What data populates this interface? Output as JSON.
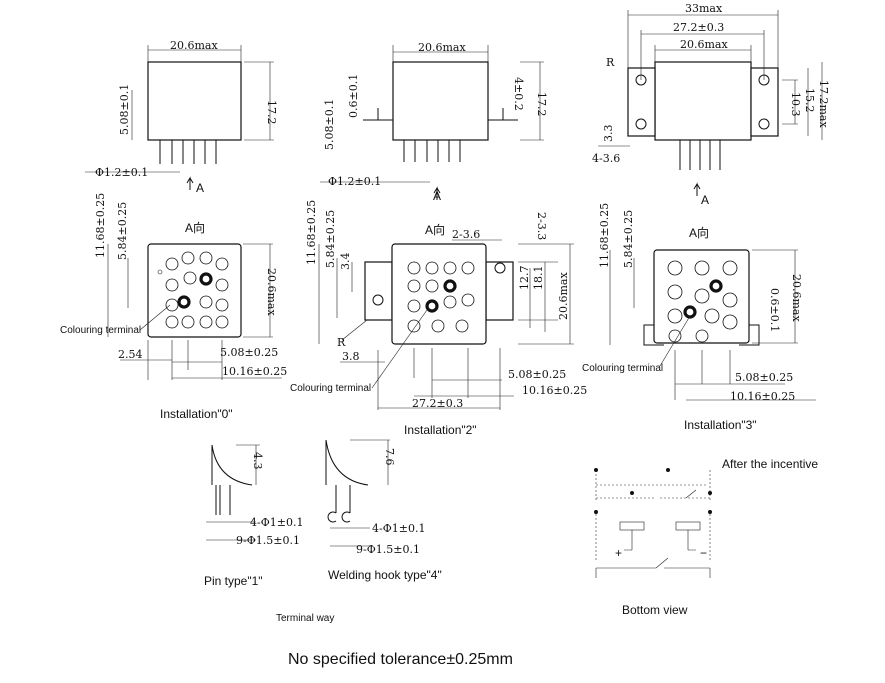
{
  "views": {
    "top_left": {
      "width": "20.6max",
      "height_a": "5.08±0.1",
      "height_b": "17.2",
      "pin": "Φ1.2±0.1",
      "arrow": "A"
    },
    "top_mid": {
      "width": "20.6max",
      "height_a": "5.08±0.1",
      "height_b": "0.6±0.1",
      "height_c": "4±0.2",
      "height_d": "17.2",
      "pin": "Φ1.2±0.1",
      "arrow": "A"
    },
    "top_right": {
      "w1": "33max",
      "w2": "27.2±0.3",
      "w3": "20.6max",
      "r": "R",
      "h1": "10.3",
      "h2": "15.2",
      "h3": "17.2max",
      "hole": "4-3.6",
      "side": "3.3",
      "arrow": "A"
    }
  },
  "installations": [
    {
      "caption": "Installation\"0\"",
      "view_label": "A向",
      "colour_label": "Colouring terminal",
      "d1": "11.68±0.25",
      "d2": "5.84±0.25",
      "d3": "20.6max",
      "d4": "2.54",
      "d5": "5.08±0.25",
      "d6": "10.16±0.25"
    },
    {
      "caption": "Installation\"2\"",
      "view_label": "A向",
      "colour_label": "Colouring terminal",
      "d1": "11.68±0.25",
      "d2": "5.84±0.25",
      "d3": "3.4",
      "d4": "2-3.6",
      "d5": "2-3.3",
      "d6": "12.7",
      "d7": "18.1",
      "d8": "20.6max",
      "d9": "R",
      "d10": "3.8",
      "d11": "5.08±0.25",
      "d12": "10.16±0.25",
      "d13": "27.2±0.3"
    },
    {
      "caption": "Installation\"3\"",
      "view_label": "A向",
      "colour_label": "Colouring terminal",
      "d1": "11.68±0.25",
      "d2": "5.84±0.25",
      "d3": "0.6±0.1",
      "d4": "20.6max",
      "d5": "5.08±0.25",
      "d6": "10.16±0.25"
    }
  ],
  "terminals": {
    "pin": {
      "caption": "Pin type\"1\"",
      "h": "4.3",
      "a": "4-Φ1±0.1",
      "b": "9-Φ1.5±0.1"
    },
    "hook": {
      "caption": "Welding hook type\"4\"",
      "h": "7.6",
      "a": "4-Φ1±0.1",
      "b": "9-Φ1.5±0.1"
    },
    "title": "Terminal way"
  },
  "bottom_view": {
    "title": "After the incentive",
    "caption": "Bottom view",
    "plus": "+",
    "minus": "−"
  },
  "footer": "No specified tolerance±0.25mm"
}
